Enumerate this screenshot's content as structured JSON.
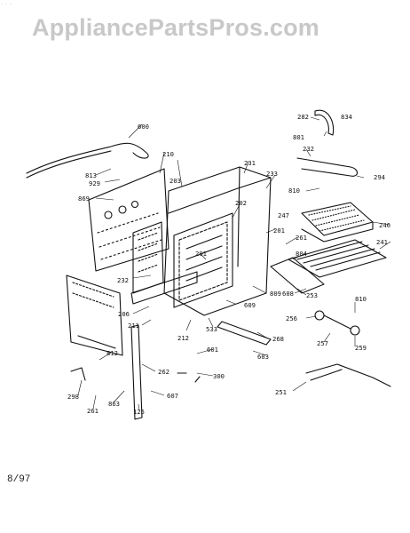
{
  "watermark": "AppliancePartsPros.com",
  "date_code": "8/97",
  "top_fragment": "...",
  "diagram": {
    "part_labels": [
      "600",
      "210",
      "203",
      "231",
      "233",
      "202",
      "813",
      "929",
      "869",
      "232",
      "291",
      "201",
      "206",
      "211",
      "212",
      "533",
      "609",
      "809",
      "261",
      "247",
      "246",
      "241",
      "804",
      "253",
      "268",
      "603",
      "601",
      "300",
      "262",
      "812",
      "298",
      "261",
      "863",
      "125",
      "607",
      "282",
      "834",
      "801",
      "232",
      "294",
      "810",
      "608",
      "256",
      "257",
      "259",
      "251",
      "810"
    ]
  }
}
